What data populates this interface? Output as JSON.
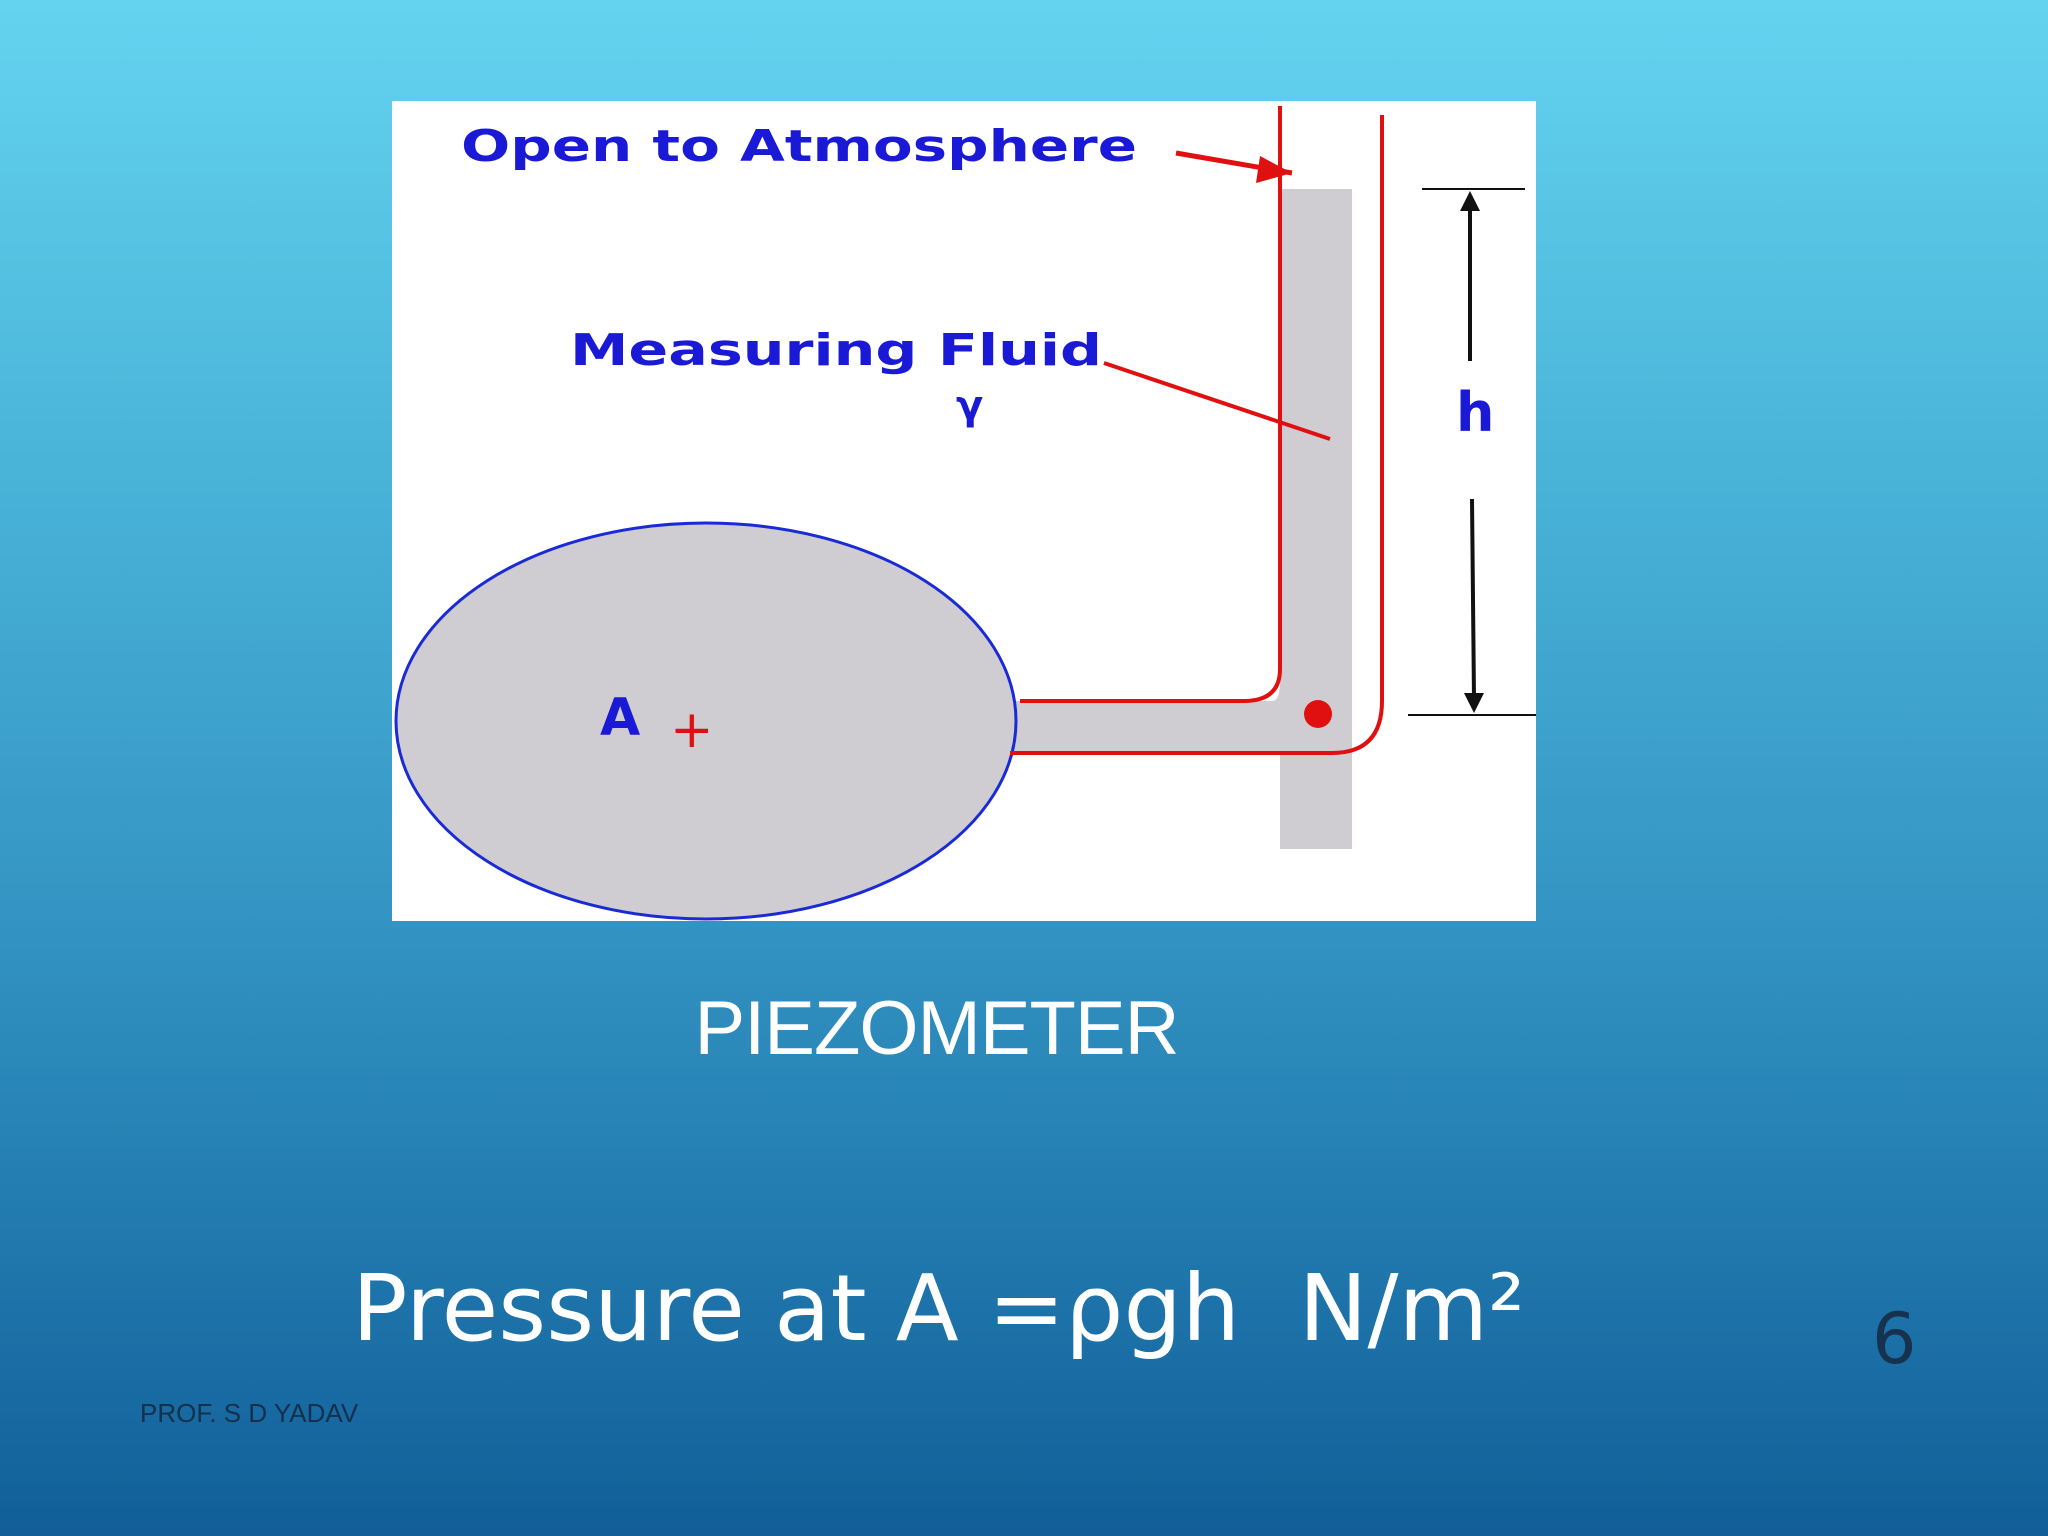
{
  "diagram": {
    "labels": {
      "open_to_atmosphere": "Open to Atmosphere",
      "measuring_fluid": "Measuring Fluid",
      "gamma": "γ",
      "height": "h",
      "point_a": "A",
      "plus": "+"
    },
    "colors": {
      "fluid_fill": "#cfcdd2",
      "tube_wall": "#e01010",
      "vessel_outline": "#1a2bd6",
      "label_blue": "#1919d6",
      "arrow": "#111111"
    }
  },
  "caption": "PIEZOMETER",
  "formula": "Pressure at A =ρgh  N/m²",
  "page_number": "6",
  "footer": "PROF. S D YADAV"
}
